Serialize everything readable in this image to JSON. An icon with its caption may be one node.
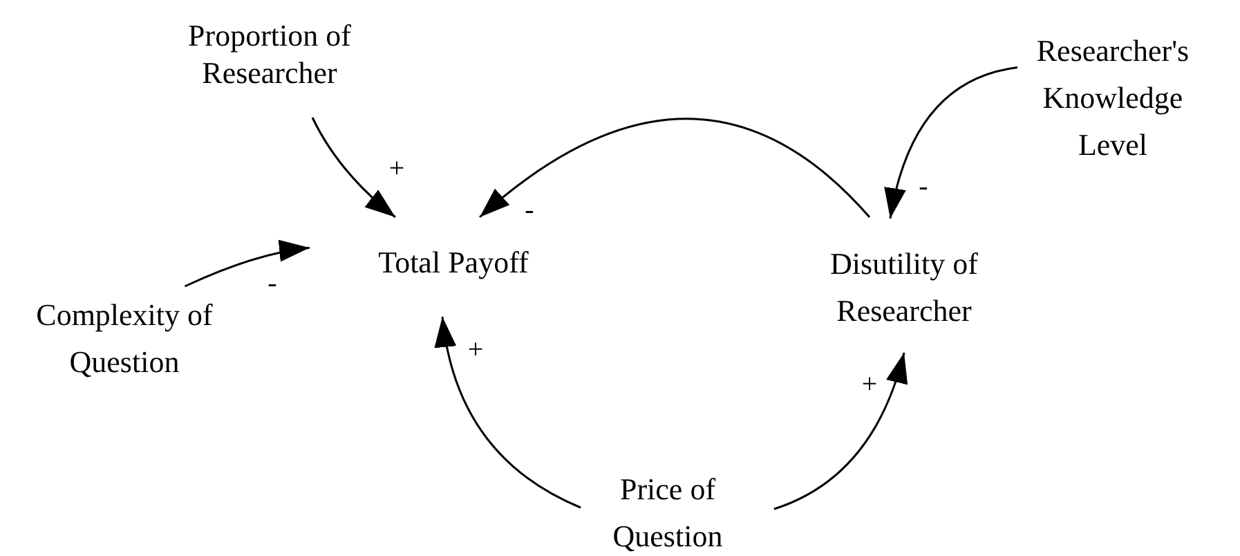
{
  "diagram": {
    "nodes": [
      {
        "text": [
          "Proportion of Researcher"
        ]
      },
      {
        "text": [
          "Researcher's Knowledge Level"
        ]
      },
      {
        "text": [
          "Total Payoff"
        ]
      },
      {
        "text": [
          "Disutility of Researcher"
        ]
      },
      {
        "text": [
          "Complexity of Question"
        ]
      },
      {
        "text": [
          "Price of Question"
        ]
      }
    ],
    "edges": [
      {
        "from": 0,
        "to": 2,
        "arrow": "to",
        "label": "+"
      },
      {
        "from": 3,
        "to": 2,
        "arrow": "to",
        "label": "-"
      },
      {
        "from": 4,
        "to": 2,
        "arrow": "to",
        "label": "-"
      },
      {
        "from": 1,
        "to": 3,
        "arrow": "to",
        "label": "-"
      },
      {
        "from": 5,
        "to": 2,
        "arrow": "to",
        "label": "+"
      },
      {
        "from": 5,
        "to": 3,
        "arrow": "to",
        "label": "+"
      }
    ]
  }
}
